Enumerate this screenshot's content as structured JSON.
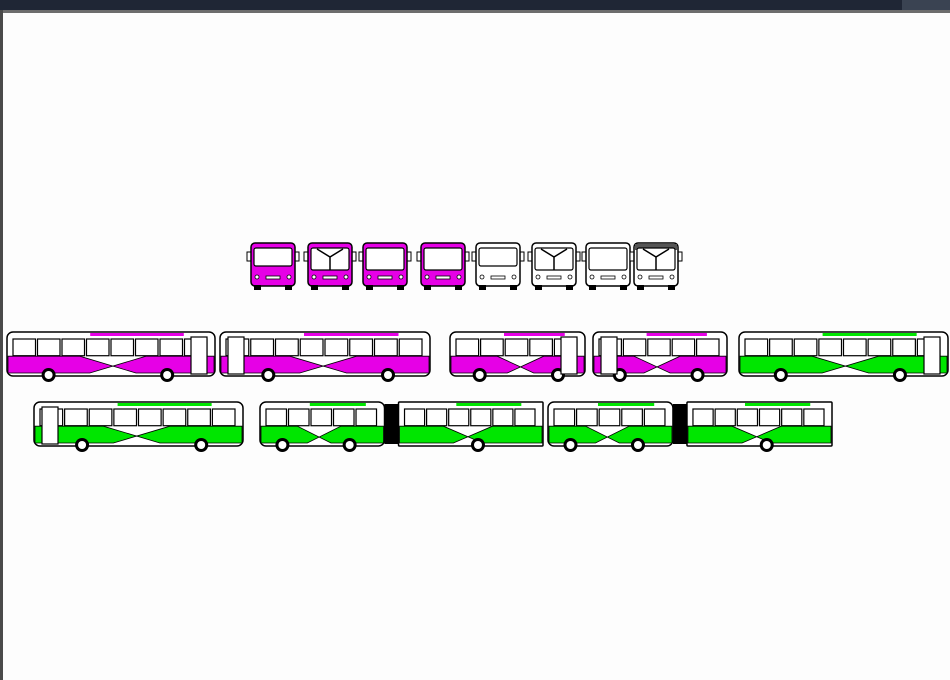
{
  "colors": {
    "magenta_livery": "#e600e6",
    "green_livery": "#00e600",
    "outline": "#000000",
    "background": "#fdfdfd",
    "window_bar": "#1f2635"
  },
  "drawing": {
    "front_views": [
      {
        "livery": "magenta",
        "style": "coach"
      },
      {
        "livery": "magenta",
        "style": "city-split-windscreen"
      },
      {
        "livery": "magenta",
        "style": "midi"
      },
      {
        "livery": "magenta",
        "style": "city"
      },
      {
        "livery": "none",
        "style": "coach"
      },
      {
        "livery": "none",
        "style": "city-split-windscreen"
      },
      {
        "livery": "none",
        "style": "midi"
      },
      {
        "livery": "grey",
        "style": "city-split-windscreen"
      }
    ],
    "side_views": [
      {
        "livery": "magenta",
        "kind": "standard",
        "facing": "right"
      },
      {
        "livery": "magenta",
        "kind": "standard",
        "facing": "left"
      },
      {
        "livery": "magenta",
        "kind": "midi",
        "facing": "right"
      },
      {
        "livery": "magenta",
        "kind": "midi",
        "facing": "left"
      },
      {
        "livery": "green",
        "kind": "standard",
        "facing": "right"
      },
      {
        "livery": "green",
        "kind": "standard",
        "facing": "left"
      },
      {
        "livery": "green",
        "kind": "articulated",
        "facing": "left"
      },
      {
        "livery": "green",
        "kind": "articulated",
        "facing": "left"
      }
    ]
  }
}
